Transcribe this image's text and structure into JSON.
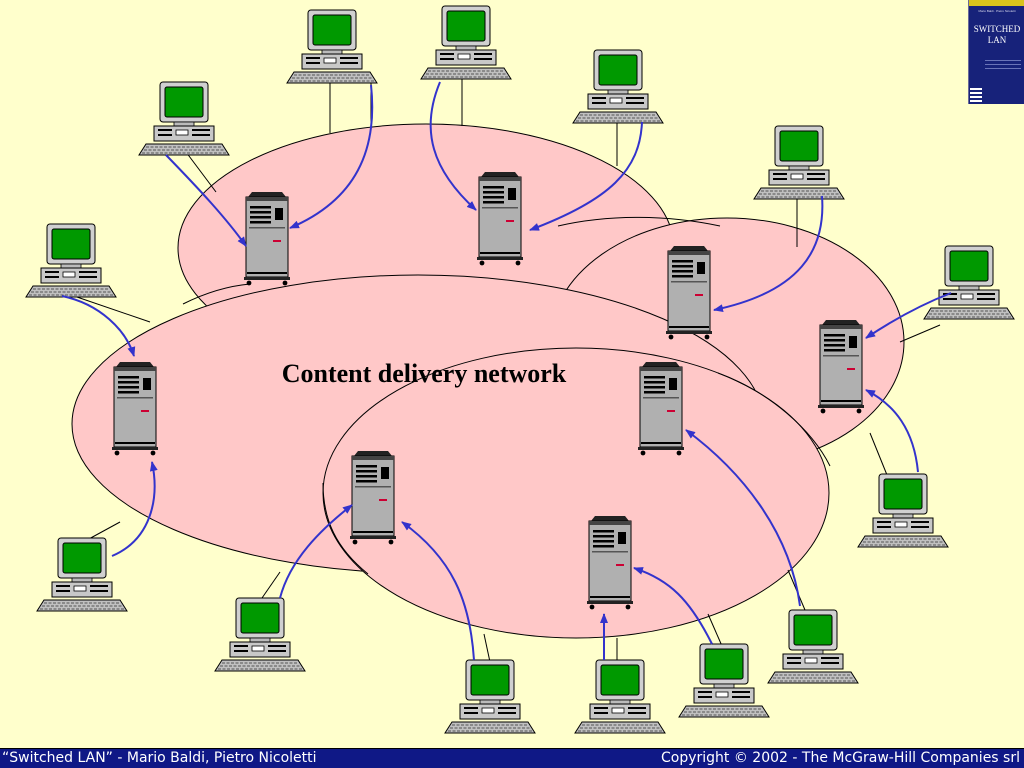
{
  "diagram": {
    "title": "Content delivery network",
    "colors": {
      "background": "#ffffcc",
      "region_fill": "#ffc8c8",
      "arrow": "#3333cc",
      "server": "#b0b0b0",
      "screen": "#009900"
    }
  },
  "book": {
    "title_line1": "SWITCHED",
    "title_line2": "LAN",
    "authors": "Mario Baldi · Pietro Nicoletti"
  },
  "footer": {
    "left_text": "“Switched LAN” - Mario Baldi, Pietro Nicoletti",
    "right_text": "Copyright © 2002 - The McGraw-Hill Companies srl"
  }
}
